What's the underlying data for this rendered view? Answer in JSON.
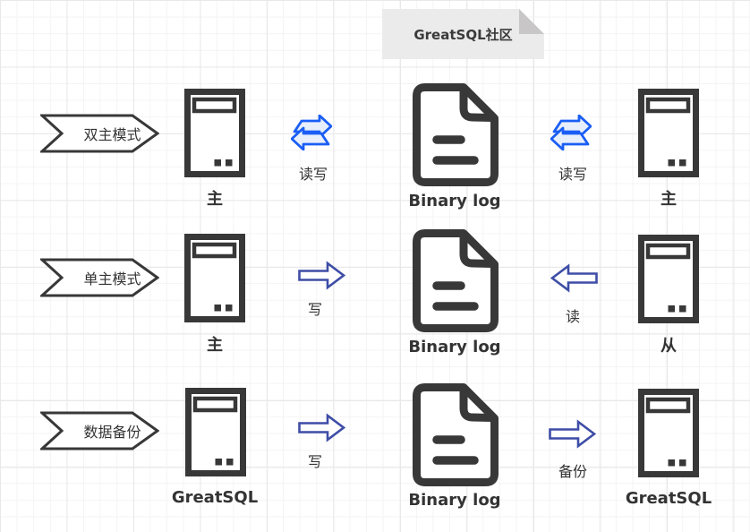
{
  "banner": {
    "title": "GreatSQL社区"
  },
  "colors": {
    "icon_dark": "#383838",
    "arrow_blue": "#1a5ef5",
    "arrow_indigo": "#3e4da6",
    "banner_bg": "#ecebeb",
    "banner_fold": "#c8c6c6",
    "grid_minor": "#f4f4f4",
    "grid_major": "#e8e8e8"
  },
  "rows": [
    {
      "label": "双主模式",
      "left_server": {
        "icon": "server-icon",
        "caption": "主"
      },
      "left_arrow": {
        "icon": "two-way-arrow-icon",
        "direction": "both",
        "caption": "读写"
      },
      "document": {
        "icon": "document-icon",
        "caption": "Binary log"
      },
      "right_arrow": {
        "icon": "two-way-arrow-icon",
        "direction": "both",
        "caption": "读写"
      },
      "right_server": {
        "icon": "server-icon",
        "caption": "主"
      }
    },
    {
      "label": "单主模式",
      "left_server": {
        "icon": "server-icon",
        "caption": "主"
      },
      "left_arrow": {
        "icon": "block-arrow-icon",
        "direction": "right",
        "caption": "写"
      },
      "document": {
        "icon": "document-icon",
        "caption": "Binary log"
      },
      "right_arrow": {
        "icon": "block-arrow-icon",
        "direction": "left",
        "caption": "读"
      },
      "right_server": {
        "icon": "server-icon",
        "caption": "从"
      }
    },
    {
      "label": "数据备份",
      "left_server": {
        "icon": "server-icon",
        "caption": "GreatSQL"
      },
      "left_arrow": {
        "icon": "block-arrow-icon",
        "direction": "right",
        "caption": "写"
      },
      "document": {
        "icon": "document-icon",
        "caption": "Binary log"
      },
      "right_arrow": {
        "icon": "block-arrow-icon",
        "direction": "right",
        "caption": "备份"
      },
      "right_server": {
        "icon": "server-icon",
        "caption": "GreatSQL"
      }
    }
  ]
}
